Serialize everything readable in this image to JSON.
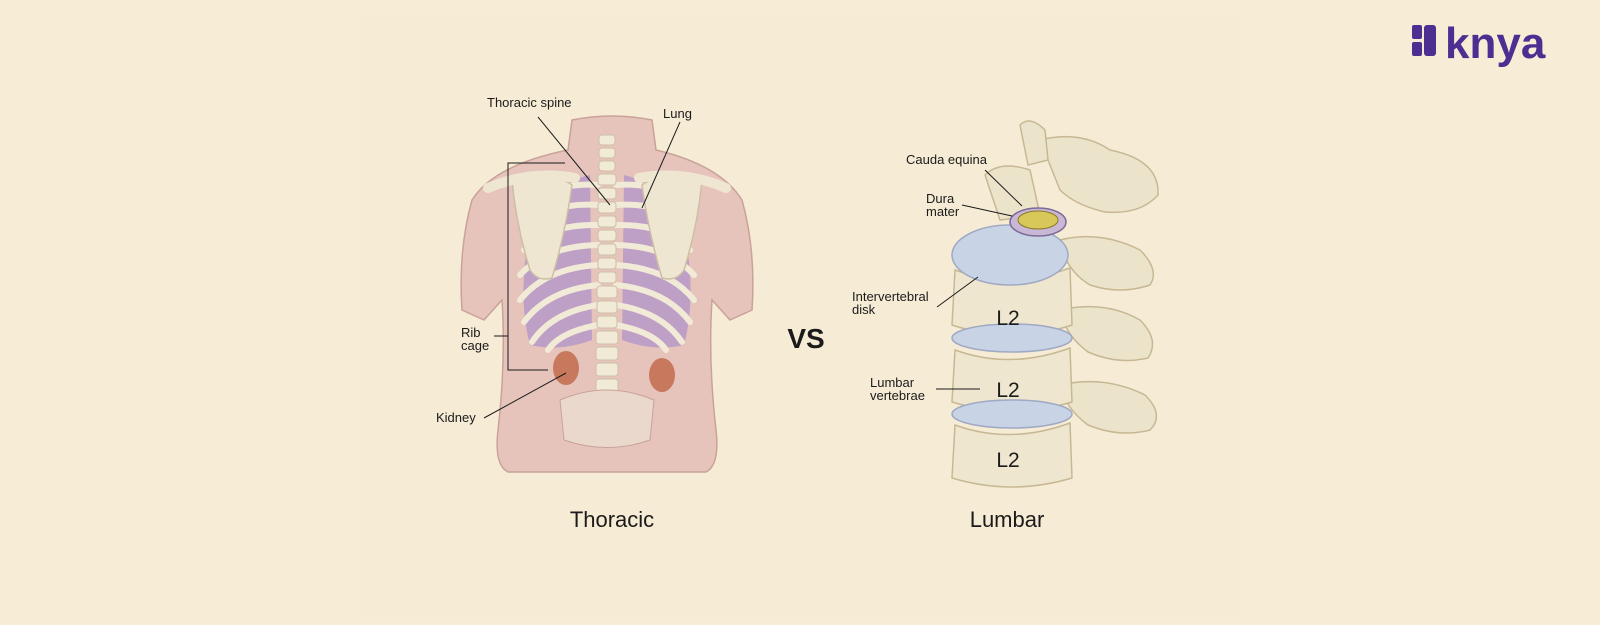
{
  "brand": {
    "name": "knya",
    "color": "#4b2f91"
  },
  "colors": {
    "background": "#f7ecd6",
    "skin": "#e6c4bc",
    "bone": "#f1ead7",
    "lung": "#b69ac8",
    "kidney": "#c8785c",
    "disk": "#c9d3e6",
    "text": "#1b1b1b"
  },
  "thoracic": {
    "caption": "Thoracic",
    "labels": {
      "spine": "Thoracic spine",
      "lung": "Lung",
      "rib_cage_1": "Rib",
      "rib_cage_2": "cage",
      "kidney": "Kidney"
    }
  },
  "separator": "VS",
  "lumbar": {
    "caption": "Lumbar",
    "labels": {
      "cauda_equina": "Cauda equina",
      "dura_mater_1": "Dura",
      "dura_mater_2": "mater",
      "disk_1": "Intervertebral",
      "disk_2": "disk",
      "vertebrae_1": "Lumbar",
      "vertebrae_2": "vertebrae"
    },
    "vertebra_labels": [
      "L2",
      "L2",
      "L2"
    ]
  }
}
